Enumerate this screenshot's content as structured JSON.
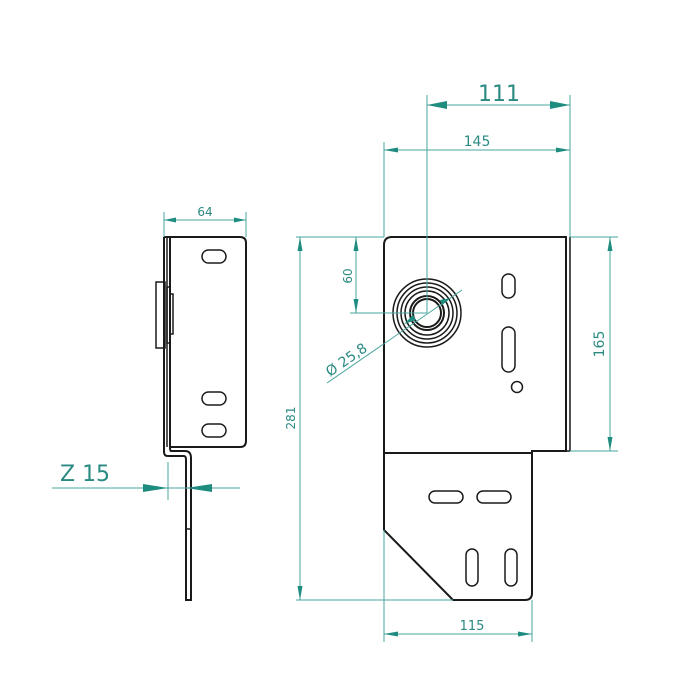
{
  "drawing": {
    "type": "technical drawing - bracket (front and side view)",
    "line_color": "#1a1a1a",
    "dimension_color": "#2a8a82",
    "background": "#ffffff"
  },
  "dimensions": {
    "top_width_111": "111",
    "overall_width_145": "145",
    "side_width_64": "64",
    "hole_offset_60": "60",
    "hole_diameter": "Ø 25,8",
    "upper_height_165": "165",
    "overall_height_281": "281",
    "bottom_width_115": "115",
    "offset_label": "Z 15"
  }
}
